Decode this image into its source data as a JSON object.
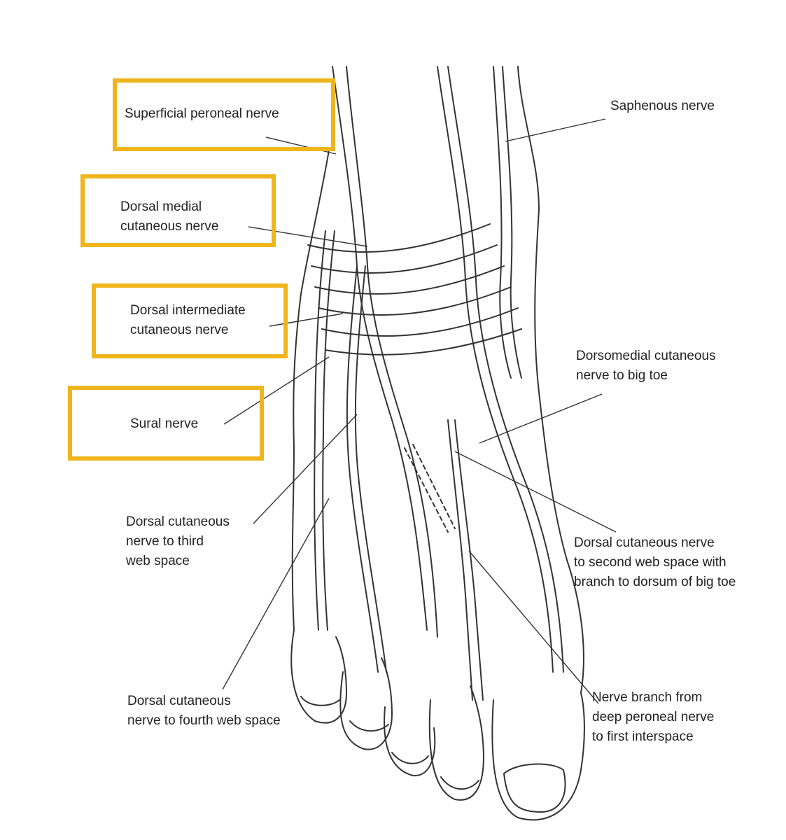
{
  "colors": {
    "highlight": "#EFB51C",
    "line": "#222222",
    "background": "#ffffff"
  },
  "labels": {
    "superficial_peroneal": [
      "Superficial peroneal nerve"
    ],
    "dorsal_medial": [
      "Dorsal medial",
      "cutaneous nerve"
    ],
    "dorsal_intermediate": [
      "Dorsal intermediate",
      "cutaneous nerve"
    ],
    "sural": [
      "Sural nerve"
    ],
    "saphenous": [
      "Saphenous nerve"
    ],
    "dorsomedial_big_toe": [
      "Dorsomedial cutaneous",
      "nerve to big toe"
    ],
    "third_web_space": [
      "Dorsal cutaneous",
      "nerve to third",
      "web space"
    ],
    "second_web_space": [
      "Dorsal cutaneous nerve",
      "to second web space with",
      "branch to dorsum of big toe"
    ],
    "fourth_web_space": [
      "Dorsal cutaneous",
      "nerve to fourth web space"
    ],
    "deep_peroneal_branch": [
      "Nerve branch from",
      "deep peroneal nerve",
      "to first interspace"
    ]
  },
  "highlighted": [
    "superficial_peroneal",
    "dorsal_medial",
    "dorsal_intermediate",
    "sural"
  ]
}
